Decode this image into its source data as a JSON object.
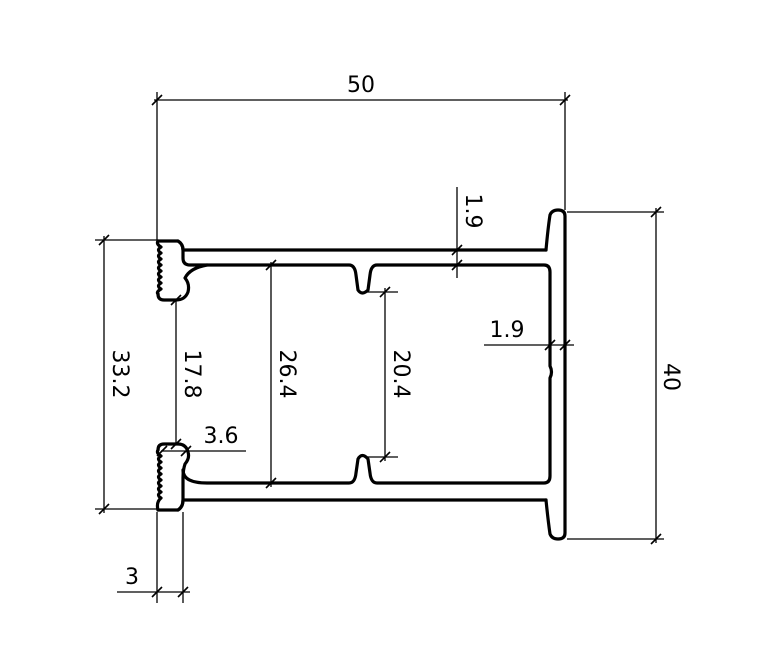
{
  "drawing": {
    "dimensions": {
      "overall_width": "50",
      "top_wall": "1.9",
      "right_wall": "1.9",
      "overall_height": "40",
      "clip_height": "33.2",
      "slot_gap": "17.8",
      "inner_height": "26.4",
      "groove_gap": "20.4",
      "clip_depth": "3.6",
      "clip_thickness": "3"
    }
  }
}
